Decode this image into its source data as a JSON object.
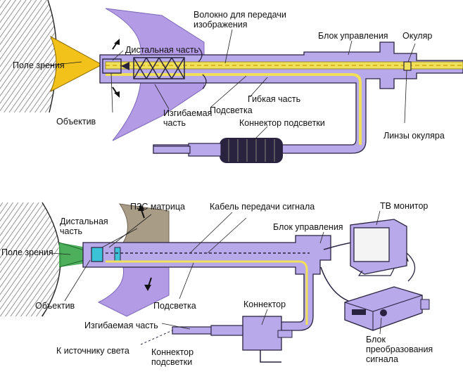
{
  "colors": {
    "scope_body": "#b7a9ea",
    "scope_body_dark": "#9a89d8",
    "scope_outline": "#2a2340",
    "fiber": "#f0e05a",
    "field_of_view": "#f2c21a",
    "bend_region": "#b49be6",
    "bend_region_bottom": "#a99c86",
    "ccd_cyan": "#3cc2d6",
    "ccd_green": "#3aa64a",
    "cable": "#2a2340"
  },
  "top_diagram": {
    "labels": {
      "field_of_view": "Поле зрения",
      "distal_part": "Дистальная часть",
      "fiber_image": "Волокно для передачи изображения",
      "control_unit": "Блок управления",
      "eyepiece": "Окуляр",
      "objective": "Объектив",
      "bendable_part": "Изгибаемая часть",
      "illumination": "Подсветка",
      "flexible_part": "Гибкая часть",
      "light_connector": "Коннектор подсветки",
      "eyepiece_lenses": "Линзы окуляра"
    }
  },
  "bottom_diagram": {
    "labels": {
      "distal_part": "Дистальная часть",
      "ccd_matrix": "ПЗС матрица",
      "signal_cable": "Кабель передачи сигнала",
      "tv_monitor": "ТВ монитор",
      "control_unit": "Блок управления",
      "field_of_view": "Поле зрения",
      "objective": "Объектив",
      "illumination": "Подсветка",
      "connector": "Коннектор",
      "bendable_part": "Изгибаемая часть",
      "to_light_source": "К источнику света",
      "light_connector": "Коннектор подсветки",
      "signal_converter": "Блок преобразования сигнала"
    }
  }
}
